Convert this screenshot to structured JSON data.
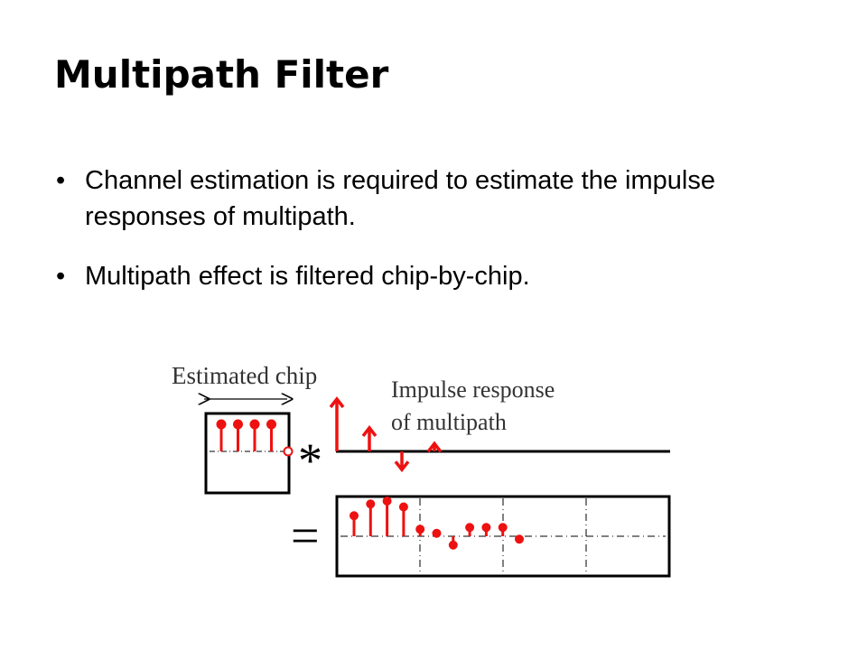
{
  "slide": {
    "title": "Multipath Filter",
    "bullets": [
      "Channel estimation is required to estimate the impulse responses of multipath.",
      "Multipath effect is filtered chip-by-chip."
    ]
  },
  "diagram": {
    "estimated_chip_label": "Estimated chip",
    "impulse_label_line1": "Impulse response",
    "impulse_label_line2": "of multipath",
    "convolution_symbol": "*",
    "equals_symbol": "=",
    "stem_color": "#ee1111",
    "estimated_chip_samples": [
      1,
      1,
      1,
      1,
      0
    ],
    "impulse_response": [
      1.0,
      0.45,
      -0.35,
      0.15
    ],
    "output_samples": [
      0.35,
      0.55,
      0.6,
      0.5,
      0.12,
      0.05,
      -0.15,
      0.15,
      0.15,
      0.15,
      -0.05
    ]
  }
}
